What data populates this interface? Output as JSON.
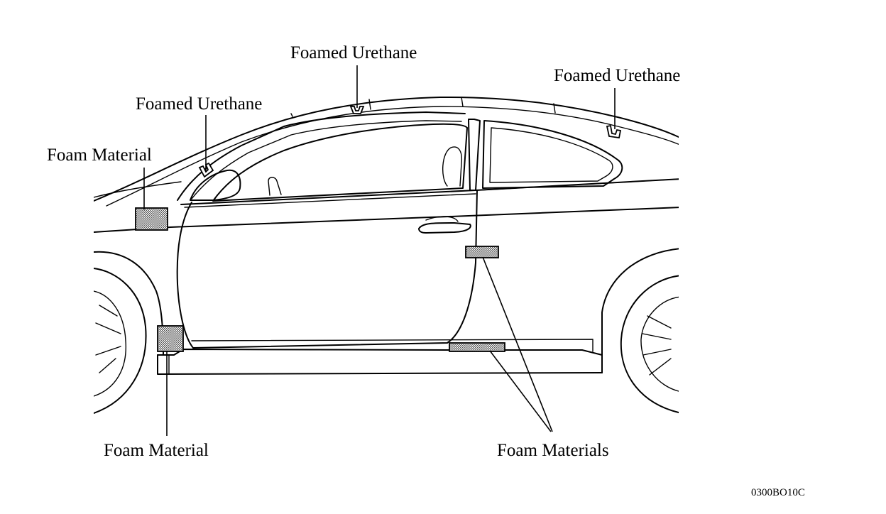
{
  "labels": {
    "foamed_urethane_roof": "Foamed Urethane",
    "foamed_urethane_rear": "Foamed Urethane",
    "foamed_urethane_pillar": "Foamed Urethane",
    "foam_material_fender": "Foam Material",
    "foam_material_lower": "Foam Material",
    "foam_materials": "Foam Materials"
  },
  "figure_code": "0300BO10C"
}
